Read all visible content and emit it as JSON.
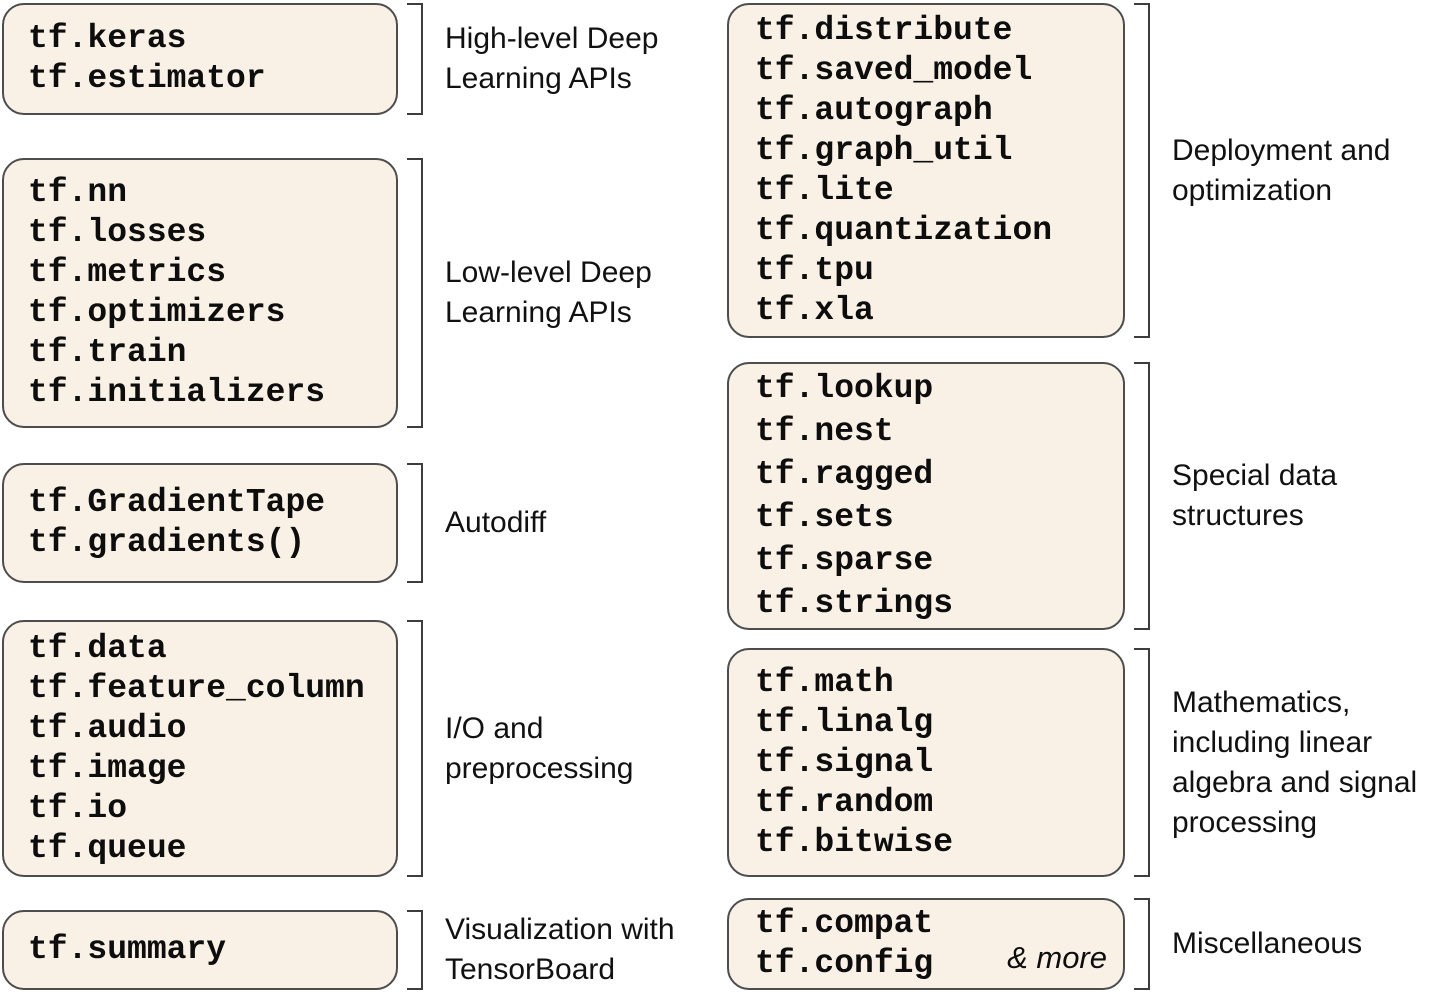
{
  "colors": {
    "box_fill": "#faf1e6",
    "box_border": "#4d4d4d",
    "bracket_color": "#3d3d3d",
    "code_text": "#0d0d0d",
    "label_text": "#111111",
    "background": "#ffffff"
  },
  "groups": {
    "left": [
      {
        "label": "High-level Deep\nLearning APIs",
        "items": [
          "tf.keras",
          "tf.estimator"
        ]
      },
      {
        "label": "Low-level Deep\nLearning APIs",
        "items": [
          "tf.nn",
          "tf.losses",
          "tf.metrics",
          "tf.optimizers",
          "tf.train",
          "tf.initializers"
        ]
      },
      {
        "label": "Autodiff",
        "items": [
          "tf.GradientTape",
          "tf.gradients()"
        ]
      },
      {
        "label": "I/O and\npreprocessing",
        "items": [
          "tf.data",
          "tf.feature_column",
          "tf.audio",
          "tf.image",
          "tf.io",
          "tf.queue"
        ]
      },
      {
        "label": "Visualization with\nTensorBoard",
        "items": [
          "tf.summary"
        ]
      }
    ],
    "right": [
      {
        "label": "Deployment and\noptimization",
        "items": [
          "tf.distribute",
          "tf.saved_model",
          "tf.autograph",
          "tf.graph_util",
          "tf.lite",
          "tf.quantization",
          "tf.tpu",
          "tf.xla"
        ]
      },
      {
        "label": "Special data\nstructures",
        "items": [
          "tf.lookup",
          "tf.nest",
          "tf.ragged",
          "tf.sets",
          "tf.sparse",
          "tf.strings"
        ]
      },
      {
        "label": "Mathematics,\nincluding linear\nalgebra and signal\nprocessing",
        "items": [
          "tf.math",
          "tf.linalg",
          "tf.signal",
          "tf.random",
          "tf.bitwise"
        ]
      },
      {
        "label": "Miscellaneous",
        "items": [
          "tf.compat",
          "tf.config"
        ],
        "more_note": "& more"
      }
    ]
  }
}
